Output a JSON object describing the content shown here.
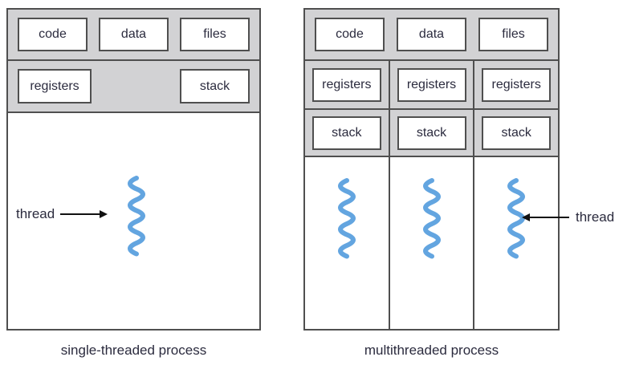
{
  "figure": {
    "left": {
      "caption": "single-threaded process",
      "shared_boxes": [
        "code",
        "data",
        "files"
      ],
      "registers_label": "registers",
      "stack_label": "stack",
      "thread_label": "thread"
    },
    "right": {
      "caption": "multithreaded process",
      "shared_boxes": [
        "code",
        "data",
        "files"
      ],
      "columns": [
        {
          "registers_label": "registers",
          "stack_label": "stack"
        },
        {
          "registers_label": "registers",
          "stack_label": "stack"
        },
        {
          "registers_label": "registers",
          "stack_label": "stack"
        }
      ],
      "thread_label": "thread"
    },
    "colors": {
      "panel_gray": "#d2d2d4",
      "border_dark": "#4f4f4f",
      "text_dark": "#2b2b3e",
      "thread_blue": "#63a5e0",
      "arrow_black": "#111111"
    }
  }
}
